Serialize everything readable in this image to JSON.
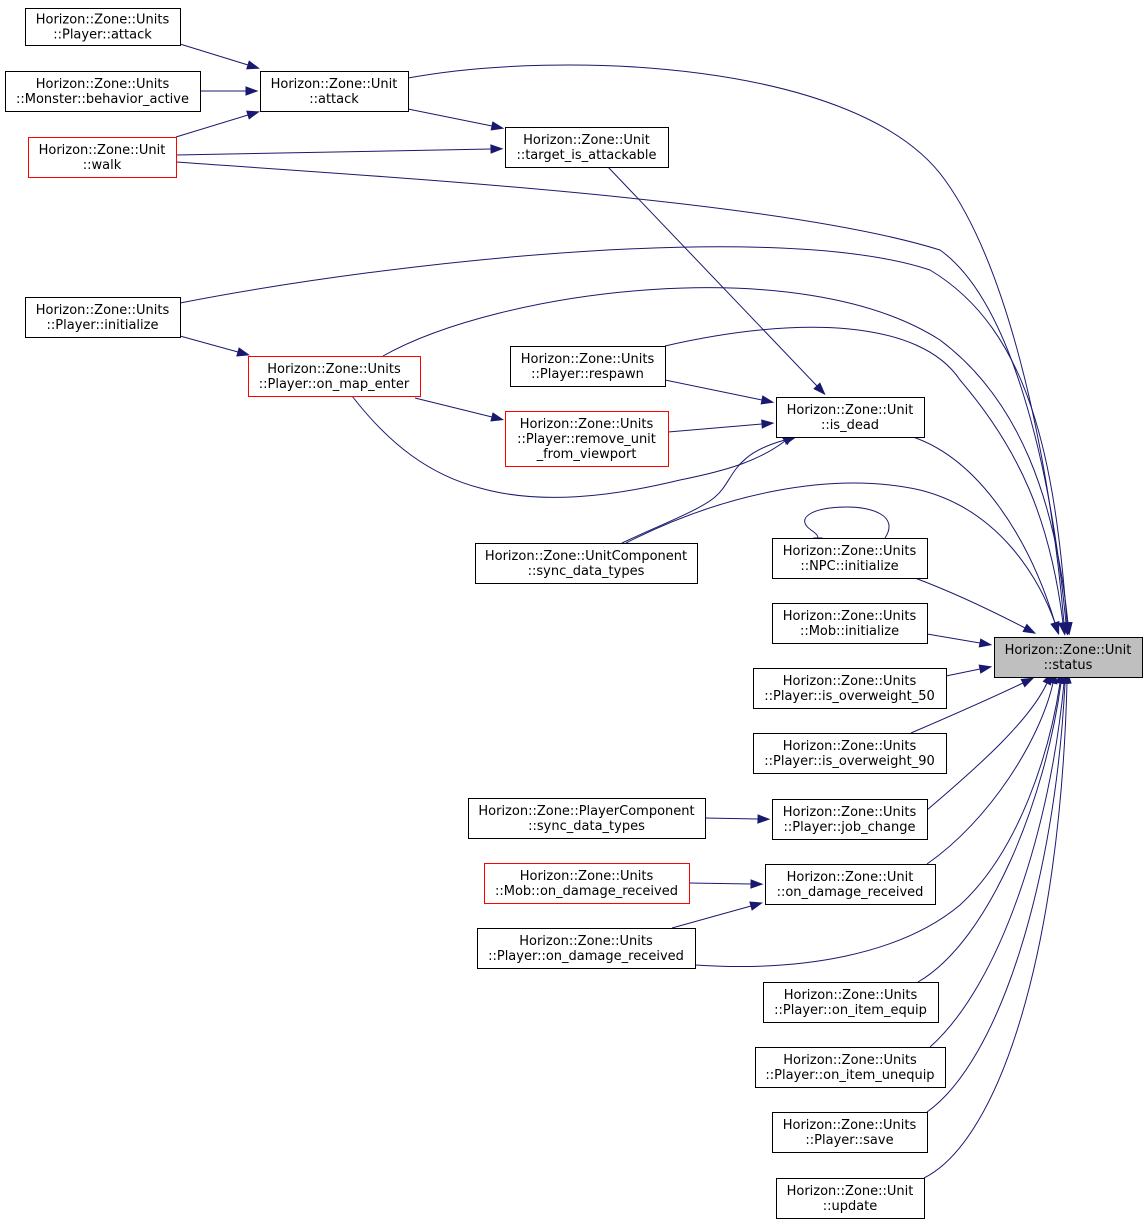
{
  "colors": {
    "edge": "#191970",
    "border_default": "#000000",
    "border_truncated": "#ff0000",
    "fill_default": "#ffffff",
    "fill_focus": "#bfbfbf",
    "text": "#000000"
  },
  "nodes": [
    {
      "id": "status",
      "lines": [
        "Horizon::Zone::Unit",
        "::status"
      ],
      "style": "focus"
    },
    {
      "id": "player_attack",
      "lines": [
        "Horizon::Zone::Units",
        "::Player::attack"
      ],
      "style": "default"
    },
    {
      "id": "monster_behavior_active",
      "lines": [
        "Horizon::Zone::Units",
        "::Monster::behavior_active"
      ],
      "style": "default"
    },
    {
      "id": "unit_walk",
      "lines": [
        "Horizon::Zone::Unit",
        "::walk"
      ],
      "style": "truncated"
    },
    {
      "id": "unit_attack",
      "lines": [
        "Horizon::Zone::Unit",
        "::attack"
      ],
      "style": "default"
    },
    {
      "id": "target_is_attackable",
      "lines": [
        "Horizon::Zone::Unit",
        "::target_is_attackable"
      ],
      "style": "default"
    },
    {
      "id": "player_initialize",
      "lines": [
        "Horizon::Zone::Units",
        "::Player::initialize"
      ],
      "style": "default"
    },
    {
      "id": "player_on_map_enter",
      "lines": [
        "Horizon::Zone::Units",
        "::Player::on_map_enter"
      ],
      "style": "truncated"
    },
    {
      "id": "player_respawn",
      "lines": [
        "Horizon::Zone::Units",
        "::Player::respawn"
      ],
      "style": "default"
    },
    {
      "id": "player_remove_unit_from_viewport",
      "lines": [
        "Horizon::Zone::Units",
        "::Player::remove_unit",
        "_from_viewport"
      ],
      "style": "truncated"
    },
    {
      "id": "unit_is_dead",
      "lines": [
        "Horizon::Zone::Unit",
        "::is_dead"
      ],
      "style": "default"
    },
    {
      "id": "unitcomponent_sync_data_types",
      "lines": [
        "Horizon::Zone::UnitComponent",
        "::sync_data_types"
      ],
      "style": "default"
    },
    {
      "id": "npc_initialize",
      "lines": [
        "Horizon::Zone::Units",
        "::NPC::initialize"
      ],
      "style": "default"
    },
    {
      "id": "mob_initialize",
      "lines": [
        "Horizon::Zone::Units",
        "::Mob::initialize"
      ],
      "style": "default"
    },
    {
      "id": "player_is_overweight_50",
      "lines": [
        "Horizon::Zone::Units",
        "::Player::is_overweight_50"
      ],
      "style": "default"
    },
    {
      "id": "player_is_overweight_90",
      "lines": [
        "Horizon::Zone::Units",
        "::Player::is_overweight_90"
      ],
      "style": "default"
    },
    {
      "id": "playercomponent_sync_data_types",
      "lines": [
        "Horizon::Zone::PlayerComponent",
        "::sync_data_types"
      ],
      "style": "default"
    },
    {
      "id": "player_job_change",
      "lines": [
        "Horizon::Zone::Units",
        "::Player::job_change"
      ],
      "style": "default"
    },
    {
      "id": "mob_on_damage_received",
      "lines": [
        "Horizon::Zone::Units",
        "::Mob::on_damage_received"
      ],
      "style": "truncated"
    },
    {
      "id": "unit_on_damage_received",
      "lines": [
        "Horizon::Zone::Unit",
        "::on_damage_received"
      ],
      "style": "default"
    },
    {
      "id": "player_on_damage_received",
      "lines": [
        "Horizon::Zone::Units",
        "::Player::on_damage_received"
      ],
      "style": "default"
    },
    {
      "id": "player_on_item_equip",
      "lines": [
        "Horizon::Zone::Units",
        "::Player::on_item_equip"
      ],
      "style": "default"
    },
    {
      "id": "player_on_item_unequip",
      "lines": [
        "Horizon::Zone::Units",
        "::Player::on_item_unequip"
      ],
      "style": "default"
    },
    {
      "id": "player_save",
      "lines": [
        "Horizon::Zone::Units",
        "::Player::save"
      ],
      "style": "default"
    },
    {
      "id": "unit_update",
      "lines": [
        "Horizon::Zone::Unit",
        "::update"
      ],
      "style": "default"
    }
  ],
  "edges": [
    {
      "from": "player_attack",
      "to": "unit_attack"
    },
    {
      "from": "monster_behavior_active",
      "to": "unit_attack"
    },
    {
      "from": "unit_walk",
      "to": "unit_attack"
    },
    {
      "from": "unit_attack",
      "to": "target_is_attackable"
    },
    {
      "from": "unit_walk",
      "to": "target_is_attackable"
    },
    {
      "from": "unit_attack",
      "to": "status"
    },
    {
      "from": "unit_walk",
      "to": "status"
    },
    {
      "from": "target_is_attackable",
      "to": "unit_is_dead"
    },
    {
      "from": "player_initialize",
      "to": "player_on_map_enter"
    },
    {
      "from": "player_initialize",
      "to": "status"
    },
    {
      "from": "player_on_map_enter",
      "to": "player_remove_unit_from_viewport"
    },
    {
      "from": "player_on_map_enter",
      "to": "unit_is_dead"
    },
    {
      "from": "player_on_map_enter",
      "to": "status"
    },
    {
      "from": "player_respawn",
      "to": "unit_is_dead"
    },
    {
      "from": "player_respawn",
      "to": "status"
    },
    {
      "from": "player_remove_unit_from_viewport",
      "to": "unit_is_dead"
    },
    {
      "from": "unitcomponent_sync_data_types",
      "to": "unit_is_dead"
    },
    {
      "from": "unitcomponent_sync_data_types",
      "to": "status"
    },
    {
      "from": "unit_is_dead",
      "to": "status"
    },
    {
      "from": "npc_initialize",
      "to": "npc_initialize"
    },
    {
      "from": "npc_initialize",
      "to": "status"
    },
    {
      "from": "mob_initialize",
      "to": "status"
    },
    {
      "from": "player_is_overweight_50",
      "to": "status"
    },
    {
      "from": "player_is_overweight_90",
      "to": "status"
    },
    {
      "from": "playercomponent_sync_data_types",
      "to": "player_job_change"
    },
    {
      "from": "player_job_change",
      "to": "status"
    },
    {
      "from": "mob_on_damage_received",
      "to": "unit_on_damage_received"
    },
    {
      "from": "player_on_damage_received",
      "to": "unit_on_damage_received"
    },
    {
      "from": "unit_on_damage_received",
      "to": "status"
    },
    {
      "from": "player_on_damage_received",
      "to": "status"
    },
    {
      "from": "player_on_item_equip",
      "to": "status"
    },
    {
      "from": "player_on_item_unequip",
      "to": "status"
    },
    {
      "from": "player_save",
      "to": "status"
    },
    {
      "from": "unit_update",
      "to": "status"
    }
  ]
}
